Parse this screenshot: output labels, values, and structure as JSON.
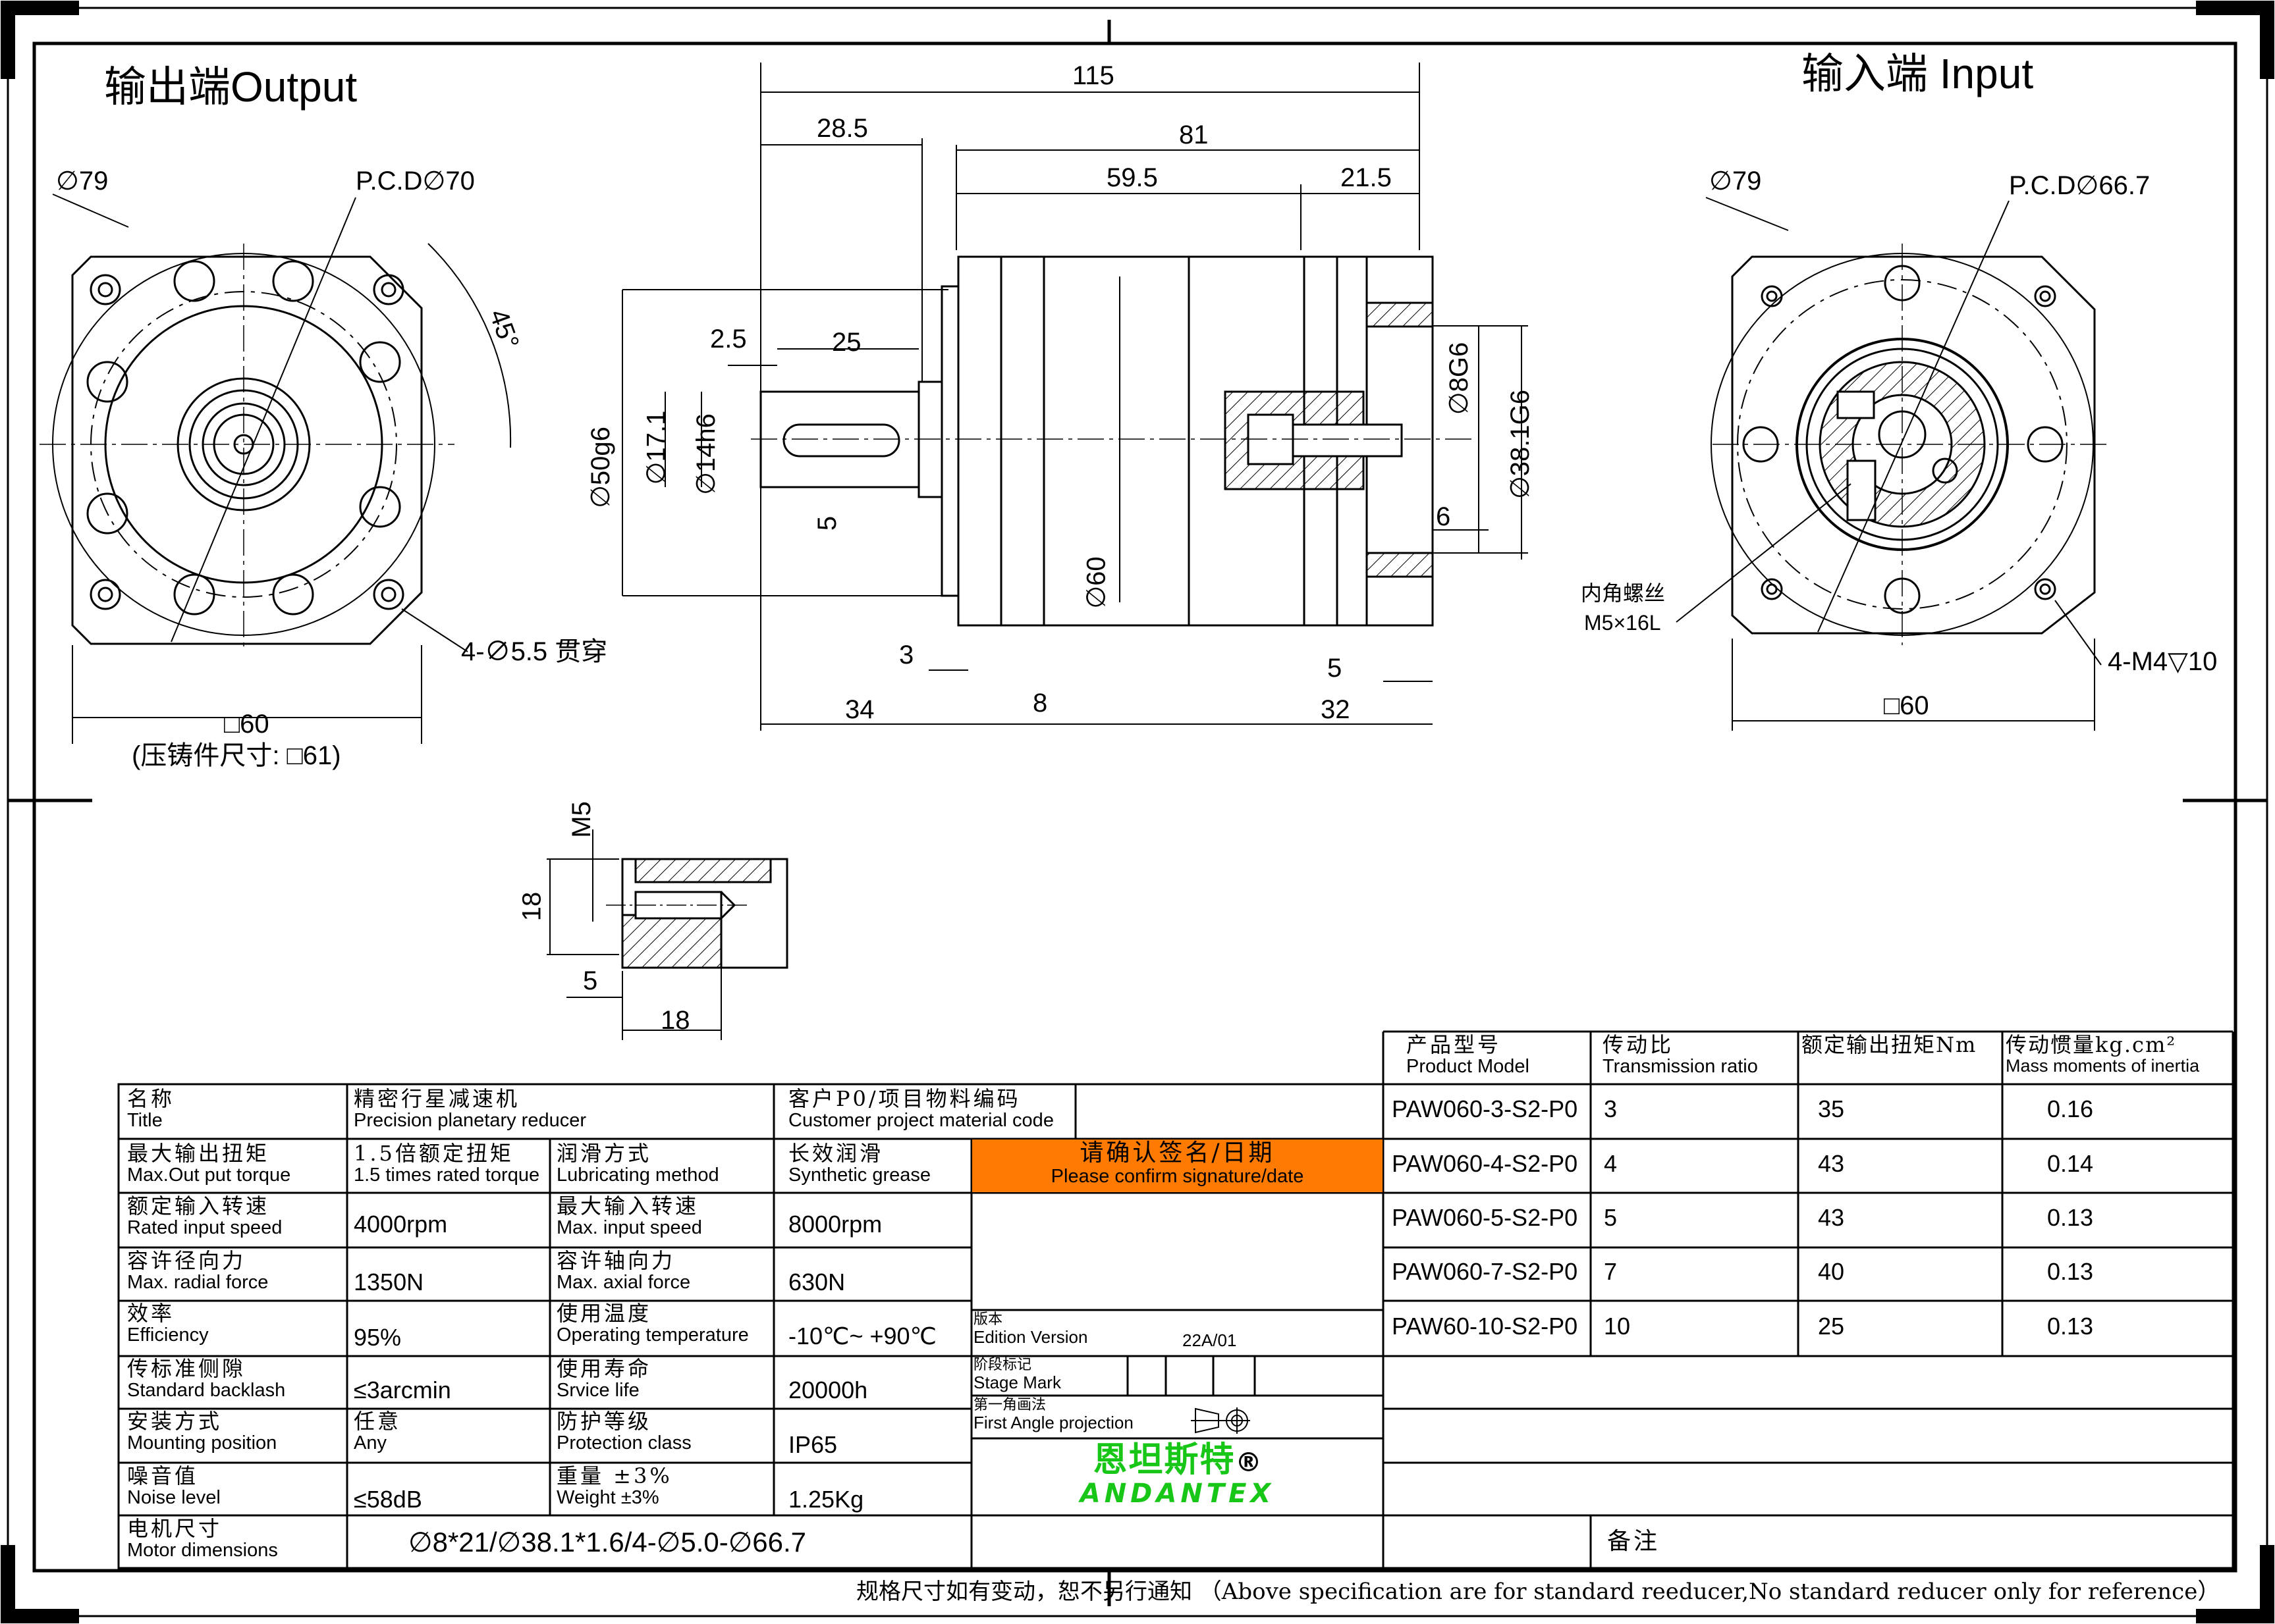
{
  "views": {
    "output_title": "输出端Output",
    "input_title": "输入端 Input",
    "out_phi79": "∅79",
    "out_pcd": "P.C.D∅70",
    "out_45": "45°",
    "out_hole": "4-∅5.5 贯穿",
    "out_square": "□60",
    "out_cast": "(压铸件尺寸: □61)",
    "in_phi79": "∅79",
    "in_pcd": "P.C.D∅66.7",
    "in_screw_cn": "内角螺丝",
    "in_screw_spec": "M5×16L",
    "in_thread": "4-M4▽10",
    "in_square": "□60"
  },
  "side_dims": {
    "d115": "115",
    "d28_5": "28.5",
    "d81": "81",
    "d59_5": "59.5",
    "d21_5": "21.5",
    "d2_5": "2.5",
    "d25": "25",
    "d5": "5",
    "d3": "3",
    "d34": "34",
    "d8": "8",
    "d5b": "5",
    "d32": "32",
    "d6": "6",
    "phi50": "∅50g6",
    "phi17": "∅17.1",
    "phi14": "∅14h6",
    "phi60": "∅60",
    "phi8": "∅8G6",
    "phi38": "∅38.1G6"
  },
  "detail_dims": {
    "m5": "M5",
    "d18v": "18",
    "d5": "5",
    "d18h": "18"
  },
  "spec": {
    "title_cn": "名称",
    "title_en": "Title",
    "title_val_cn": "精密行星减速机",
    "title_val_en": "Precision planetary reducer",
    "cust_cn": "客户P0/项目物料编码",
    "cust_en": "Customer project material code",
    "torque_cn": "最大输出扭矩",
    "torque_en": "Max.Out put torque",
    "torque_val_cn": "1.5倍额定扭矩",
    "torque_val_en": "1.5 times rated torque",
    "lube_cn": "润滑方式",
    "lube_en": "Lubricating method",
    "lube_val_cn": "长效润滑",
    "lube_val_en": "Synthetic grease",
    "confirm_cn": "请确认签名/日期",
    "confirm_en": "Please confirm signature/date",
    "rated_cn": "额定输入转速",
    "rated_en": "Rated input speed",
    "rated_val": "4000rpm",
    "maxin_cn": "最大输入转速",
    "maxin_en": "Max. input speed",
    "maxin_val": "8000rpm",
    "radial_cn": "容许径向力",
    "radial_en": "Max. radial force",
    "radial_val": "1350N",
    "axial_cn": "容许轴向力",
    "axial_en": "Max. axial force",
    "axial_val": "630N",
    "eff_cn": "效率",
    "eff_en": "Efficiency",
    "eff_val": "95%",
    "temp_cn": "使用温度",
    "temp_en": "Operating temperature",
    "temp_val": "-10℃~ +90℃",
    "ed_cn": "版本",
    "ed_en": "Edition Version",
    "ed_val": "22A/01",
    "back_cn": "传标准侧隙",
    "back_en": "Standard backlash",
    "back_val": "≤3arcmin",
    "life_cn": "使用寿命",
    "life_en": "Srvice life",
    "life_val": "20000h",
    "stage_cn": "阶段标记",
    "stage_en": "Stage Mark",
    "mount_cn": "安装方式",
    "mount_en": "Mounting position",
    "mount_val_cn": "任意",
    "mount_val_en": "Any",
    "prot_cn": "防护等级",
    "prot_en": "Protection class",
    "prot_val": "IP65",
    "proj_cn": "第一角画法",
    "proj_en": "First Angle projection",
    "noise_cn": "噪音值",
    "noise_en": "Noise level",
    "noise_val": "≤58dB",
    "weight_cn": "重量 ±3%",
    "weight_en": "Weight ±3%",
    "weight_val": "1.25Kg",
    "brand_cn": "恩坦斯特",
    "brand_reg": "®",
    "brand_en": "ANDANTEX",
    "motor_cn": "电机尺寸",
    "motor_en": "Motor dimensions",
    "motor_val": "∅8*21/∅38.1*1.6/4-∅5.0-∅66.7",
    "remark": "备注"
  },
  "models": {
    "h_model_cn": "产品型号",
    "h_model_en": "Product Model",
    "h_ratio_cn": "传动比",
    "h_ratio_en": "Transmission ratio",
    "h_torque": "额定输出扭矩Nm",
    "h_inertia_cn": "传动惯量kg.cm²",
    "h_inertia_en": "Mass moments of inertia",
    "rows": [
      {
        "model": "PAW060-3-S2-P0",
        "ratio": "3",
        "torque": "35",
        "inertia": "0.16"
      },
      {
        "model": "PAW060-4-S2-P0",
        "ratio": "4",
        "torque": "43",
        "inertia": "0.14"
      },
      {
        "model": "PAW060-5-S2-P0",
        "ratio": "5",
        "torque": "43",
        "inertia": "0.13"
      },
      {
        "model": "PAW060-7-S2-P0",
        "ratio": "7",
        "torque": "40",
        "inertia": "0.13"
      },
      {
        "model": "PAW60-10-S2-P0",
        "ratio": "10",
        "torque": "25",
        "inertia": "0.13"
      }
    ]
  },
  "footer": "规格尺寸如有变动，恕不另行通知 （Above specification are for standard reeducer,No standard reducer only for reference）",
  "colors": {
    "confirm_bg": "#ff7a00",
    "brand": "#17c617",
    "line": "#000000"
  }
}
